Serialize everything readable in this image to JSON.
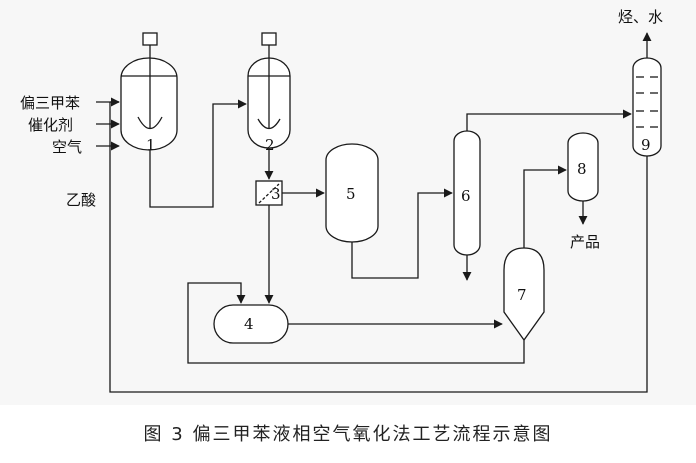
{
  "diagram": {
    "inputs": {
      "feed_pseudocumene": "偏三甲苯",
      "catalyst": "催化剂",
      "air": "空气",
      "acetic_acid": "乙酸"
    },
    "outputs": {
      "hydrocarbon_water": "烃、水",
      "product": "产品"
    },
    "units": {
      "u1": "1",
      "u2": "2",
      "u3": "3",
      "u4": "4",
      "u5": "5",
      "u6": "6",
      "u7": "7",
      "u8": "8",
      "u9": "9"
    }
  },
  "caption": "图 3  偏三甲苯液相空气氧化法工艺流程示意图"
}
